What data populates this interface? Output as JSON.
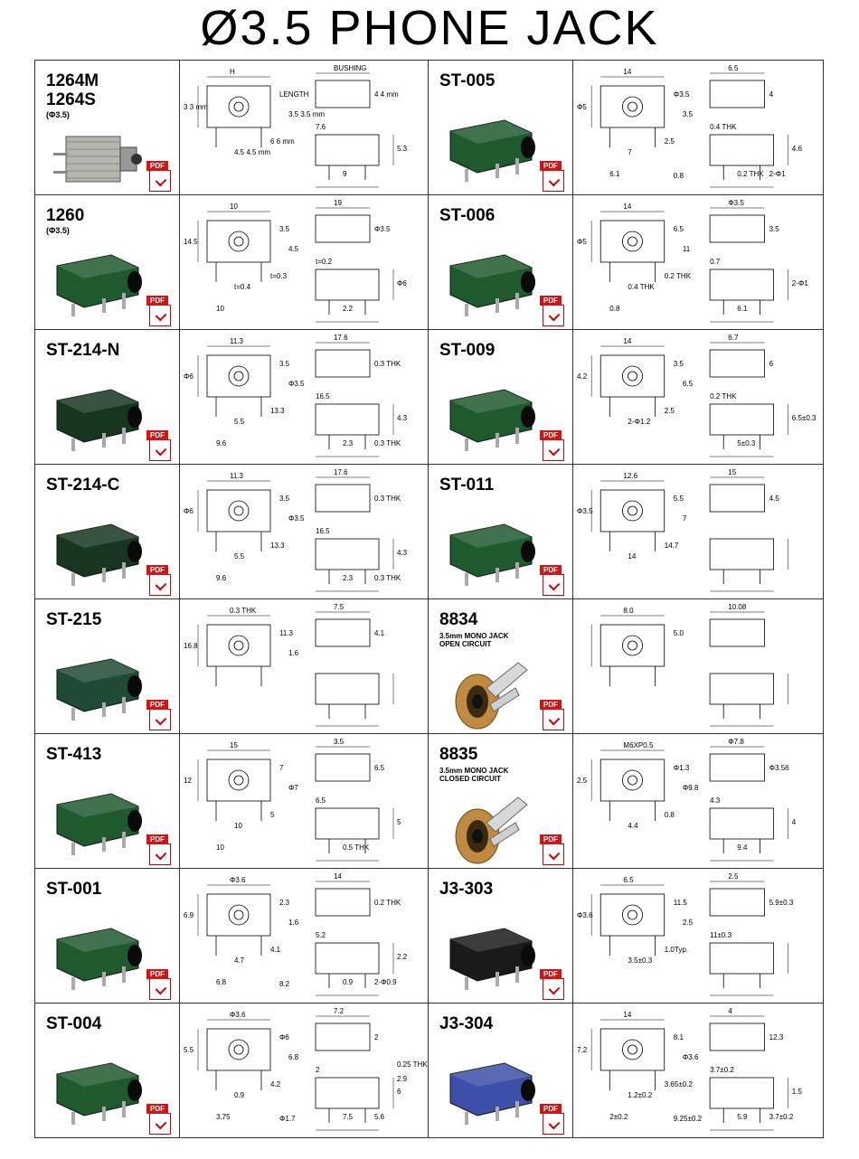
{
  "title": "Ø3.5 PHONE JACK",
  "pdf_label": "PDF",
  "rows": [
    {
      "left": {
        "name": "1264M",
        "name2": "1264S",
        "sub": "(Φ3.5)",
        "color": "#9a9a96"
      },
      "right": {
        "name": "ST-005",
        "color": "#1f5a2e"
      }
    },
    {
      "left": {
        "name": "1260",
        "sub": "(Φ3.5)",
        "color": "#1f5a2e"
      },
      "right": {
        "name": "ST-006",
        "color": "#1f5a2e"
      }
    },
    {
      "left": {
        "name": "ST-214-N",
        "color": "#17351f"
      },
      "right": {
        "name": "ST-009",
        "color": "#1f5a2e"
      }
    },
    {
      "left": {
        "name": "ST-214-C",
        "color": "#17351f"
      },
      "right": {
        "name": "ST-011",
        "color": "#1f5a2e"
      }
    },
    {
      "left": {
        "name": "ST-215",
        "color": "#1f4a35"
      },
      "right": {
        "name": "8834",
        "desc": "3.5mm MONO JACK\nOPEN CIRCUIT",
        "color": "#c08a40"
      }
    },
    {
      "left": {
        "name": "ST-413",
        "color": "#1f5a2e"
      },
      "right": {
        "name": "8835",
        "desc": "3.5mm MONO JACK\nCLOSED CIRCUIT",
        "color": "#c08a40"
      }
    },
    {
      "left": {
        "name": "ST-001",
        "color": "#1f5a2e"
      },
      "right": {
        "name": "J3-303",
        "color": "#1a1a1a"
      }
    },
    {
      "left": {
        "name": "ST-004",
        "color": "#1f5a2e"
      },
      "right": {
        "name": "J3-304",
        "color": "#3d4fa8"
      }
    }
  ],
  "dims": {
    "r0l": [
      "H",
      "BUSHING",
      "LENGTH",
      "3 3 mm",
      "3.5 3.5 mm",
      "4 4 mm",
      "4.5 4.5 mm",
      "6 6 mm",
      "7.6",
      "9",
      "5.3"
    ],
    "r0r": [
      "14",
      "6.5",
      "Φ3.5",
      "Φ5",
      "3.5",
      "4",
      "7",
      "2.5",
      "0.4 THK",
      "0.2 THK",
      "4.6",
      "6.1",
      "2-Φ1",
      "0.8"
    ],
    "r1l": [
      "10",
      "19",
      "3.5",
      "14.5",
      "4.5",
      "Φ3.5",
      "t=0.4",
      "t=0.3",
      "t=0.2",
      "2.2",
      "Φ6",
      "10"
    ],
    "r1r": [
      "14",
      "Φ3.5",
      "6.5",
      "Φ5",
      "11",
      "3.5",
      "0.4 THK",
      "0.2 THK",
      "0.7",
      "6.1",
      "2-Φ1",
      "0.8"
    ],
    "r2l": [
      "11.3",
      "17.6",
      "3.5",
      "Φ6",
      "Φ3.5",
      "0.3 THK",
      "5.5",
      "13.3",
      "16.5",
      "2.3",
      "4.3",
      "9.6",
      "0.3 THK"
    ],
    "r2r": [
      "14",
      "6.7",
      "3.5",
      "4.2",
      "6.5",
      "6",
      "2-Φ1.2",
      "2.5",
      "0.2 THK",
      "5±0.3",
      "6.5±0.3"
    ],
    "r3l": [
      "11.3",
      "17.6",
      "3.5",
      "Φ6",
      "Φ3.5",
      "0.3 THK",
      "5.5",
      "13.3",
      "16.5",
      "2.3",
      "4.3",
      "9.6",
      "0.3 THK"
    ],
    "r3r": [
      "12.6",
      "15",
      "5.5",
      "Φ3.5",
      "7",
      "4.5",
      "14",
      "14.7"
    ],
    "r4l": [
      "0.3 THK",
      "7.5",
      "11.3",
      "16.8",
      "1.6",
      "4.1"
    ],
    "r4r": [
      "8.0",
      "10.08",
      "5.0"
    ],
    "r5l": [
      "15",
      "3.5",
      "7",
      "12",
      "Φ7",
      "6.5",
      "10",
      "5",
      "6.5",
      "0.5 THK",
      "5",
      "10"
    ],
    "r5r": [
      "M6XP0.5",
      "Φ7.8",
      "Φ1.3",
      "2.5",
      "Φ9.8",
      "Φ3.56",
      "4.4",
      "0.8",
      "4.3",
      "9.4",
      "4"
    ],
    "r6l": [
      "Φ3.6",
      "14",
      "2.3",
      "6.9",
      "1.6",
      "0.2 THK",
      "4.7",
      "4.1",
      "5.2",
      "0.9",
      "2.2",
      "6.8",
      "2-Φ0.9",
      "8.2"
    ],
    "r6r": [
      "6.5",
      "2.5",
      "11.5",
      "Φ3.6",
      "2.5",
      "5.9±0.3",
      "3.5±0.3",
      "1.0Typ.",
      "11±0.3"
    ],
    "r7l": [
      "Φ3.6",
      "7.2",
      "Φ6",
      "5.5",
      "6.8",
      "2",
      "0.9",
      "4.2",
      "2",
      "7.5",
      "6",
      "3.75",
      "5.6",
      "Φ1.7",
      "0.25 THK",
      "2.9"
    ],
    "r7r": [
      "14",
      "4",
      "8.1",
      "7.2",
      "Φ3.6",
      "12.3",
      "1.2±0.2",
      "3.65±0.2",
      "3.7±0.2",
      "5.9",
      "1.5",
      "2±0.2",
      "3.7±0.2",
      "9.25±0.2"
    ]
  }
}
